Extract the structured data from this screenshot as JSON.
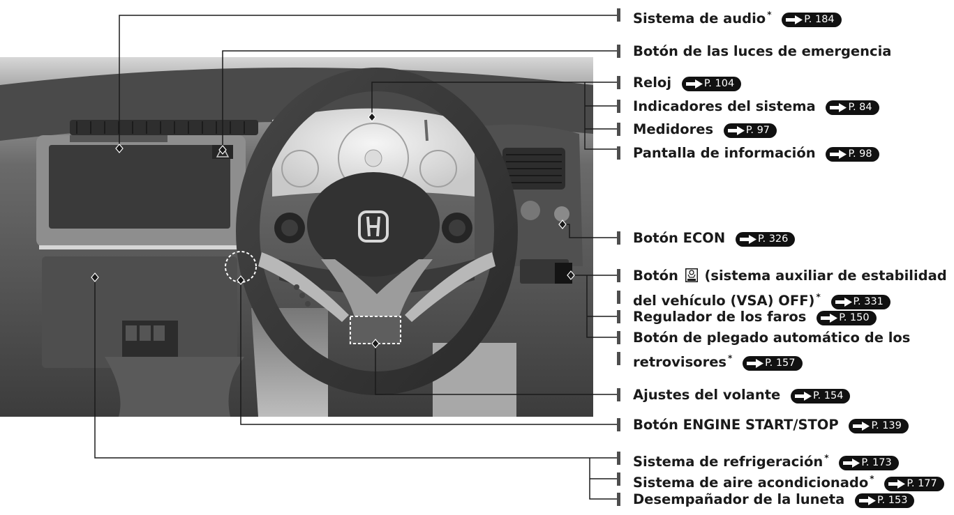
{
  "labels": [
    {
      "id": "audio",
      "text": "Sistema de audio",
      "star": "*",
      "page": "P. 184"
    },
    {
      "id": "hazard",
      "text": "Botón de las luces de emergencia"
    },
    {
      "id": "clock",
      "text": "Reloj",
      "page": "P. 104"
    },
    {
      "id": "indicators",
      "text": "Indicadores del sistema",
      "page": "P. 84"
    },
    {
      "id": "gauges",
      "text": "Medidores",
      "page": "P. 97"
    },
    {
      "id": "info",
      "text": "Pantalla de información",
      "page": "P. 98"
    },
    {
      "id": "econ",
      "text": "Botón ECON",
      "page": "P. 326"
    },
    {
      "id": "vsa1",
      "text_before": "Botón",
      "text_after": "(sistema auxiliar de estabilidad"
    },
    {
      "id": "vsa2",
      "text": "del vehículo (VSA) OFF)",
      "star": "*",
      "page": "P. 331"
    },
    {
      "id": "headlight",
      "text": "Regulador de los faros",
      "page": "P. 150"
    },
    {
      "id": "fold1",
      "text": "Botón de plegado automático de los"
    },
    {
      "id": "fold2",
      "text": "retrovisores",
      "star": "*",
      "page": "P. 157"
    },
    {
      "id": "wheel",
      "text": "Ajustes del volante",
      "page": "P. 154"
    },
    {
      "id": "engine",
      "text": "Botón ENGINE START/STOP",
      "page": "P. 139"
    },
    {
      "id": "cooling",
      "text": "Sistema de refrigeración",
      "star": "*",
      "page": "P. 173"
    },
    {
      "id": "ac",
      "text": "Sistema de aire acondicionado",
      "star": "*",
      "page": "P. 177"
    },
    {
      "id": "defrost",
      "text": "Desempañador de la luneta",
      "page": "P. 153"
    }
  ],
  "icons": {
    "pageref": "arrow-right-icon",
    "vsa": "vsa-off-icon",
    "hazard": "hazard-triangle-icon",
    "logo": "honda-logo"
  }
}
